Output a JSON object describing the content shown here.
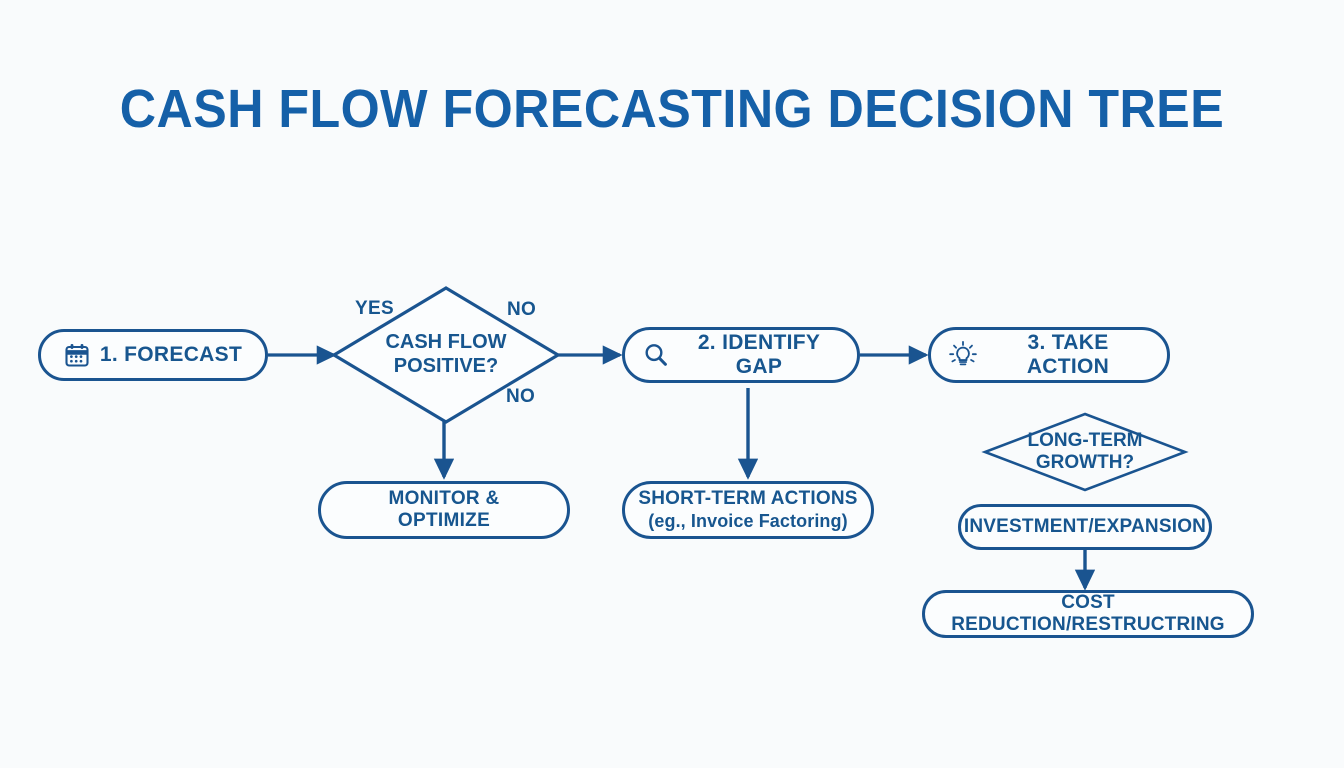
{
  "page": {
    "title": "CASH FLOW FORECASTING DECISION TREE",
    "background_color": "#f9fbfc",
    "accent_color": "#1560a8",
    "stroke_color": "#1a5490",
    "text_color": "#17568f"
  },
  "chart_data": {
    "type": "diagram",
    "diagram_kind": "flowchart-decision-tree",
    "title": "CASH FLOW FORECASTING DECISION TREE",
    "orientation": "left-to-right with downward branches",
    "nodes": [
      {
        "id": "forecast",
        "label": "1. FORECAST",
        "shape": "rounded-pill",
        "icon": "calendar-icon"
      },
      {
        "id": "cash_flow_positive",
        "label": "CASH FLOW\nPOSITIVE?",
        "shape": "diamond",
        "icon": null
      },
      {
        "id": "identify_gap",
        "label": "2. IDENTIFY GAP",
        "shape": "rounded-pill",
        "icon": "magnifier-icon"
      },
      {
        "id": "take_action",
        "label": "3. TAKE ACTION",
        "shape": "rounded-pill",
        "icon": "lightbulb-icon"
      },
      {
        "id": "monitor_optimize",
        "label": "MONITOR &\nOPTIMIZE",
        "shape": "rounded-pill",
        "icon": null
      },
      {
        "id": "short_term_actions",
        "label": "SHORT-TERM ACTIONS",
        "sublabel": "(eg., Invoice Factoring)",
        "shape": "rounded-pill",
        "icon": null
      },
      {
        "id": "long_term_growth",
        "label": "LONG-TERM\nGROWTH?",
        "shape": "diamond",
        "icon": null
      },
      {
        "id": "investment_expansion",
        "label": "INVESTMENT/EXPANSION",
        "shape": "rounded-pill",
        "icon": null
      },
      {
        "id": "cost_reduction",
        "label": "COST REDUCTION/RESTRUCTRING",
        "shape": "rounded-pill",
        "icon": null
      }
    ],
    "edges": [
      {
        "from": "forecast",
        "to": "cash_flow_positive",
        "label": "",
        "direction": "right"
      },
      {
        "from": "cash_flow_positive",
        "to": "identify_gap",
        "label": "NO",
        "direction": "right"
      },
      {
        "from": "cash_flow_positive",
        "to": "monitor_optimize",
        "label": "",
        "direction": "down"
      },
      {
        "from": "identify_gap",
        "to": "take_action",
        "label": "",
        "direction": "right"
      },
      {
        "from": "identify_gap",
        "to": "short_term_actions",
        "label": "",
        "direction": "down"
      },
      {
        "from": "investment_expansion",
        "to": "cost_reduction",
        "label": "",
        "direction": "down"
      }
    ],
    "branch_labels": [
      {
        "text": "YES",
        "position": "top-left-of-decision-diamond"
      },
      {
        "text": "NO",
        "position": "top-right-of-decision-diamond"
      },
      {
        "text": "NO",
        "position": "bottom-right-of-decision-diamond"
      }
    ]
  },
  "nodes": {
    "forecast": {
      "label": "1. FORECAST"
    },
    "decision": {
      "label": "CASH FLOW\nPOSITIVE?"
    },
    "identify_gap": {
      "label": "2. IDENTIFY GAP"
    },
    "take_action": {
      "label": "3. TAKE ACTION"
    },
    "monitor": {
      "label": "MONITOR &\nOPTIMIZE"
    },
    "short_term": {
      "label": "SHORT-TERM ACTIONS",
      "sublabel": "(eg., Invoice Factoring)"
    },
    "growth": {
      "label": "LONG-TERM\nGROWTH?"
    },
    "investment": {
      "label": "INVESTMENT/EXPANSION"
    },
    "cost_reduction": {
      "label": "COST REDUCTION/RESTRUCTRING"
    }
  },
  "labels": {
    "yes": "YES",
    "no_top": "NO",
    "no_bottom": "NO"
  }
}
